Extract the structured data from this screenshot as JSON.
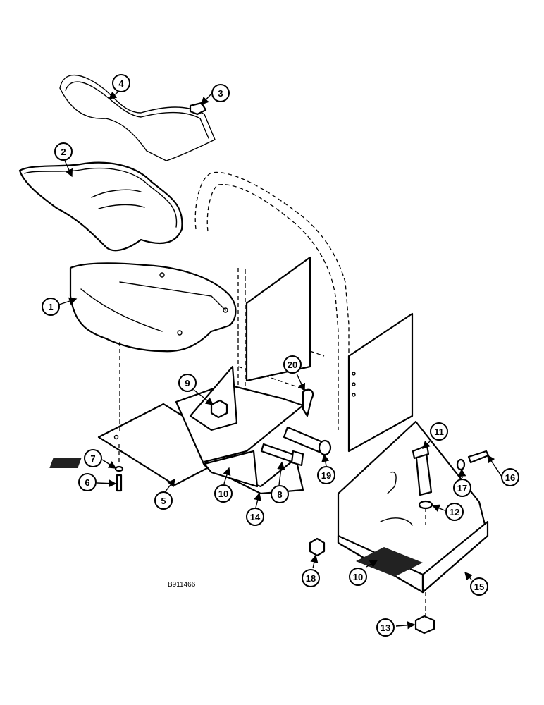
{
  "drawing_id": "B911466",
  "callouts": [
    "1",
    "2",
    "3",
    "4",
    "5",
    "6",
    "7",
    "8",
    "9",
    "10",
    "10",
    "11",
    "12",
    "13",
    "14",
    "15",
    "16",
    "17",
    "18",
    "19",
    "20"
  ]
}
